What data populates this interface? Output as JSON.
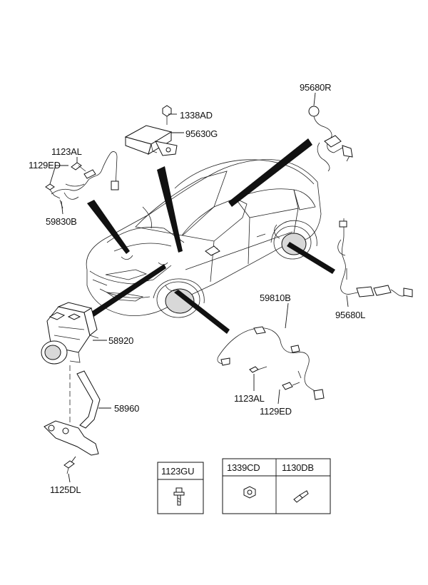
{
  "part_numbers": {
    "p95680R": "95680R",
    "p1338AD": "1338AD",
    "p95630G": "95630G",
    "p1123AL_top": "1123AL",
    "p1129ED_top": "1129ED",
    "p59830B": "59830B",
    "p59810B": "59810B",
    "p95680L": "95680L",
    "p58920": "58920",
    "p58960": "58960",
    "p1123AL_mid": "1123AL",
    "p1129ED_mid": "1129ED",
    "p1125DL": "1125DL"
  },
  "legend_boxes": {
    "box1_header": "1123GU",
    "box2_header_a": "1339CD",
    "box2_header_b": "1130DB"
  },
  "colors": {
    "ink": "#111111",
    "background": "#ffffff",
    "shade": "#d8d8d8"
  }
}
